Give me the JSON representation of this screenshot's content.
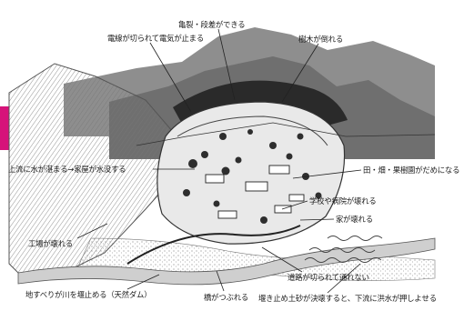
{
  "labels": {
    "power_outage": "電線が切られて電気が止まる",
    "cracks": "亀裂・段差ができる",
    "trees_fall": "樹木が倒れる",
    "upstream_flood": "上流に水が湛まる→家屋が水没する",
    "fields_ruined": "田・畑・果樹園がだめになる",
    "school_hospital": "学校や病院が壊れる",
    "houses_destroyed": "家が壊れる",
    "factory_destroyed": "工場が壊れる",
    "road_cut": "道路が切られて通れない",
    "natural_dam": "地すべりが川を堰止める（天然ダム）",
    "bridge_crushed": "橋がつぶれる",
    "dam_breach": "堰き止め土砂が決壊すると、下流に洪水が押しよせる"
  },
  "colors": {
    "accent_tab": "#d6137a",
    "ink": "#1b1b1b"
  }
}
